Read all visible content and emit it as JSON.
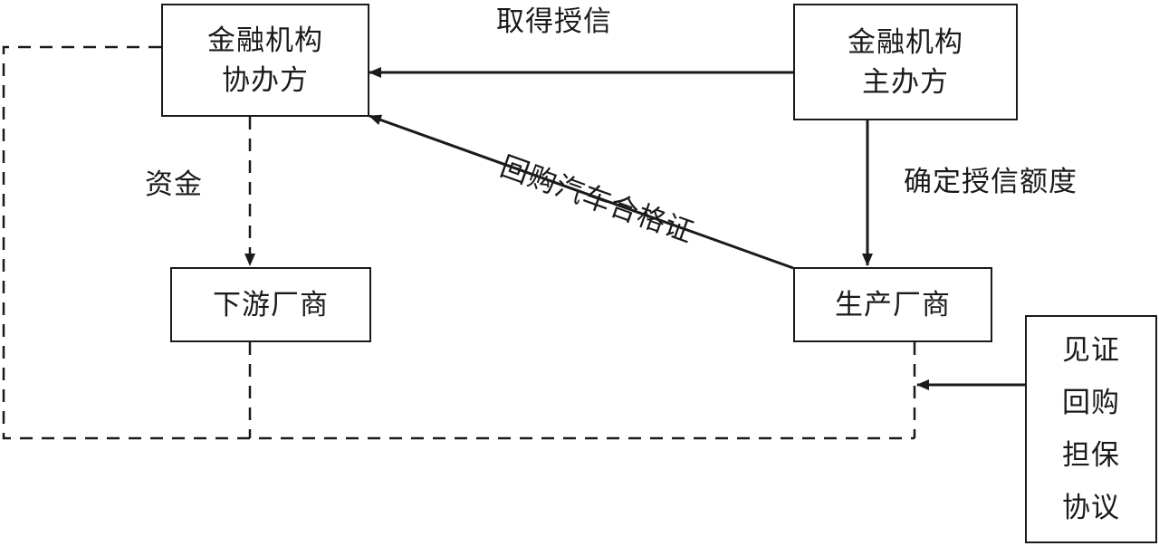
{
  "boxes": {
    "co_organizer": {
      "line1": "金融机构",
      "line2": "协办方"
    },
    "lead_organizer": {
      "line1": "金融机构",
      "line2": "主办方"
    },
    "downstream_dealer": {
      "label": "下游厂商"
    },
    "manufacturer": {
      "label": "生产厂商"
    },
    "agreement": {
      "lines": [
        "见证",
        "回购",
        "担保",
        "协议"
      ]
    }
  },
  "labels": {
    "obtain_credit": "取得授信",
    "funds": "资金",
    "confirm_credit_limit": "确定授信额度",
    "repurchase_certificate": "回购汽车合格证"
  }
}
